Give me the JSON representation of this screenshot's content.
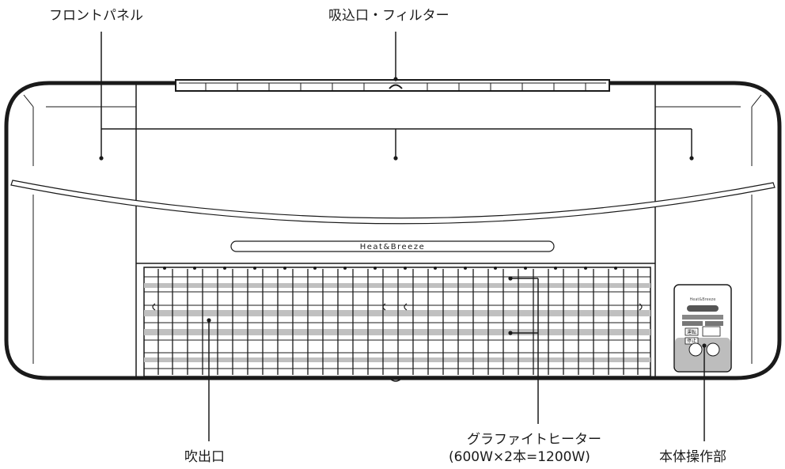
{
  "labels": {
    "front_panel": "フロントパネル",
    "intake_filter": "吸込口・フィルター",
    "outlet": "吹出口",
    "heater_line1": "グラファイトヒーター",
    "heater_line2": "(600W×2本=1200W)",
    "control": "本体操作部"
  },
  "brand_text": "Heat&Breeze",
  "control_panel": {
    "run_label": "運転",
    "stop_label": "停止"
  },
  "colors": {
    "line": "#1a1a1a",
    "grille": "#bdbdbd",
    "panel": "#c8c8c8"
  }
}
